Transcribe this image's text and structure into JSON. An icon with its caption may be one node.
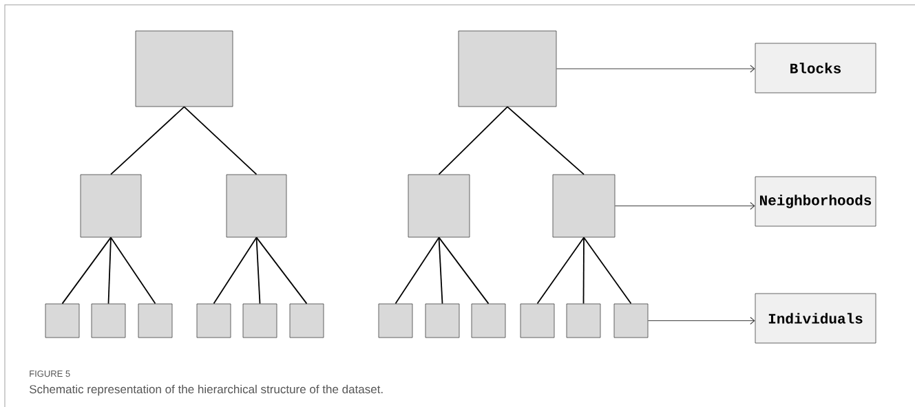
{
  "diagram": {
    "caption": "Schematic representation of the hierarchical structure of the dataset.",
    "nodes": [
      {
        "text": [],
        "shape": "box"
      },
      {
        "text": [],
        "shape": "box"
      },
      {
        "text": [],
        "shape": "box"
      },
      {
        "text": [],
        "shape": "box"
      },
      {
        "text": [],
        "shape": "box"
      },
      {
        "text": [],
        "shape": "box"
      },
      {
        "text": [],
        "shape": "box"
      },
      {
        "text": [],
        "shape": "box"
      },
      {
        "text": [],
        "shape": "box"
      },
      {
        "text": [],
        "shape": "box"
      },
      {
        "text": [],
        "shape": "box"
      },
      {
        "text": [],
        "shape": "box"
      },
      {
        "text": [],
        "shape": "box"
      },
      {
        "text": [],
        "shape": "box"
      },
      {
        "text": [],
        "shape": "box"
      },
      {
        "text": [],
        "shape": "box"
      },
      {
        "text": [],
        "shape": "box"
      },
      {
        "text": [],
        "shape": "box"
      },
      {
        "text": [
          "Blocks"
        ]
      },
      {
        "text": [
          "Neighborhoods"
        ]
      },
      {
        "text": [
          "Individuals"
        ]
      }
    ],
    "edges": [
      {
        "from": 0,
        "to": 1,
        "arrow": "none"
      },
      {
        "from": 0,
        "to": 2,
        "arrow": "none"
      },
      {
        "from": 1,
        "to": 3,
        "arrow": "none"
      },
      {
        "from": 1,
        "to": 4,
        "arrow": "none"
      },
      {
        "from": 1,
        "to": 5,
        "arrow": "none"
      },
      {
        "from": 2,
        "to": 6,
        "arrow": "none"
      },
      {
        "from": 2,
        "to": 7,
        "arrow": "none"
      },
      {
        "from": 2,
        "to": 8,
        "arrow": "none"
      },
      {
        "from": 9,
        "to": 10,
        "arrow": "none"
      },
      {
        "from": 9,
        "to": 11,
        "arrow": "none"
      },
      {
        "from": 10,
        "to": 12,
        "arrow": "none"
      },
      {
        "from": 10,
        "to": 13,
        "arrow": "none"
      },
      {
        "from": 10,
        "to": 14,
        "arrow": "none"
      },
      {
        "from": 11,
        "to": 15,
        "arrow": "none"
      },
      {
        "from": 11,
        "to": 16,
        "arrow": "none"
      },
      {
        "from": 11,
        "to": 17,
        "arrow": "none"
      },
      {
        "from": 9,
        "to": 18,
        "arrow": "to",
        "color": "#404040"
      },
      {
        "from": 11,
        "to": 19,
        "arrow": "to",
        "color": "#404040"
      },
      {
        "from": 17,
        "to": 20,
        "arrow": "to",
        "color": "#404040"
      }
    ],
    "labels": [
      "FIGURE 5"
    ]
  }
}
